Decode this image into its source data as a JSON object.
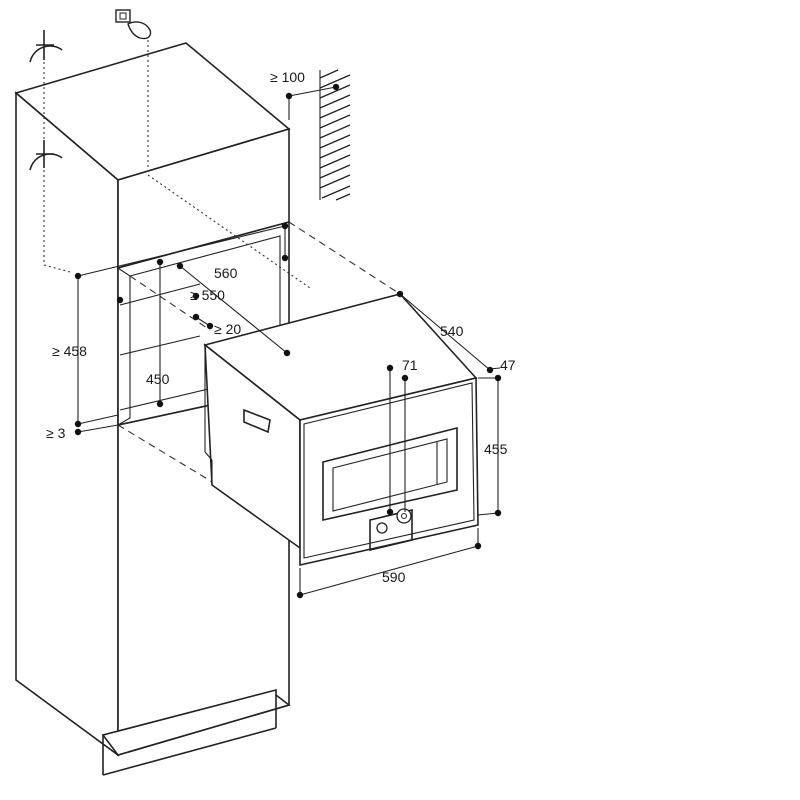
{
  "dimensions": {
    "wall_clearance": "≥ 100",
    "niche_width": "560",
    "niche_depth": "≥ 550",
    "gap_depth": "≥ 20",
    "niche_height": "≥ 458",
    "appliance_back_height": "450",
    "bottom_gap": "≥ 3",
    "appliance_depth": "540",
    "panel_offset": "71",
    "front_thickness": "47",
    "appliance_height": "455",
    "appliance_width": "590"
  },
  "colors": {
    "line": "#222222",
    "background": "#ffffff"
  },
  "icons": {
    "socket": "power-socket-icon",
    "flex": "flexible-mount-icon"
  }
}
